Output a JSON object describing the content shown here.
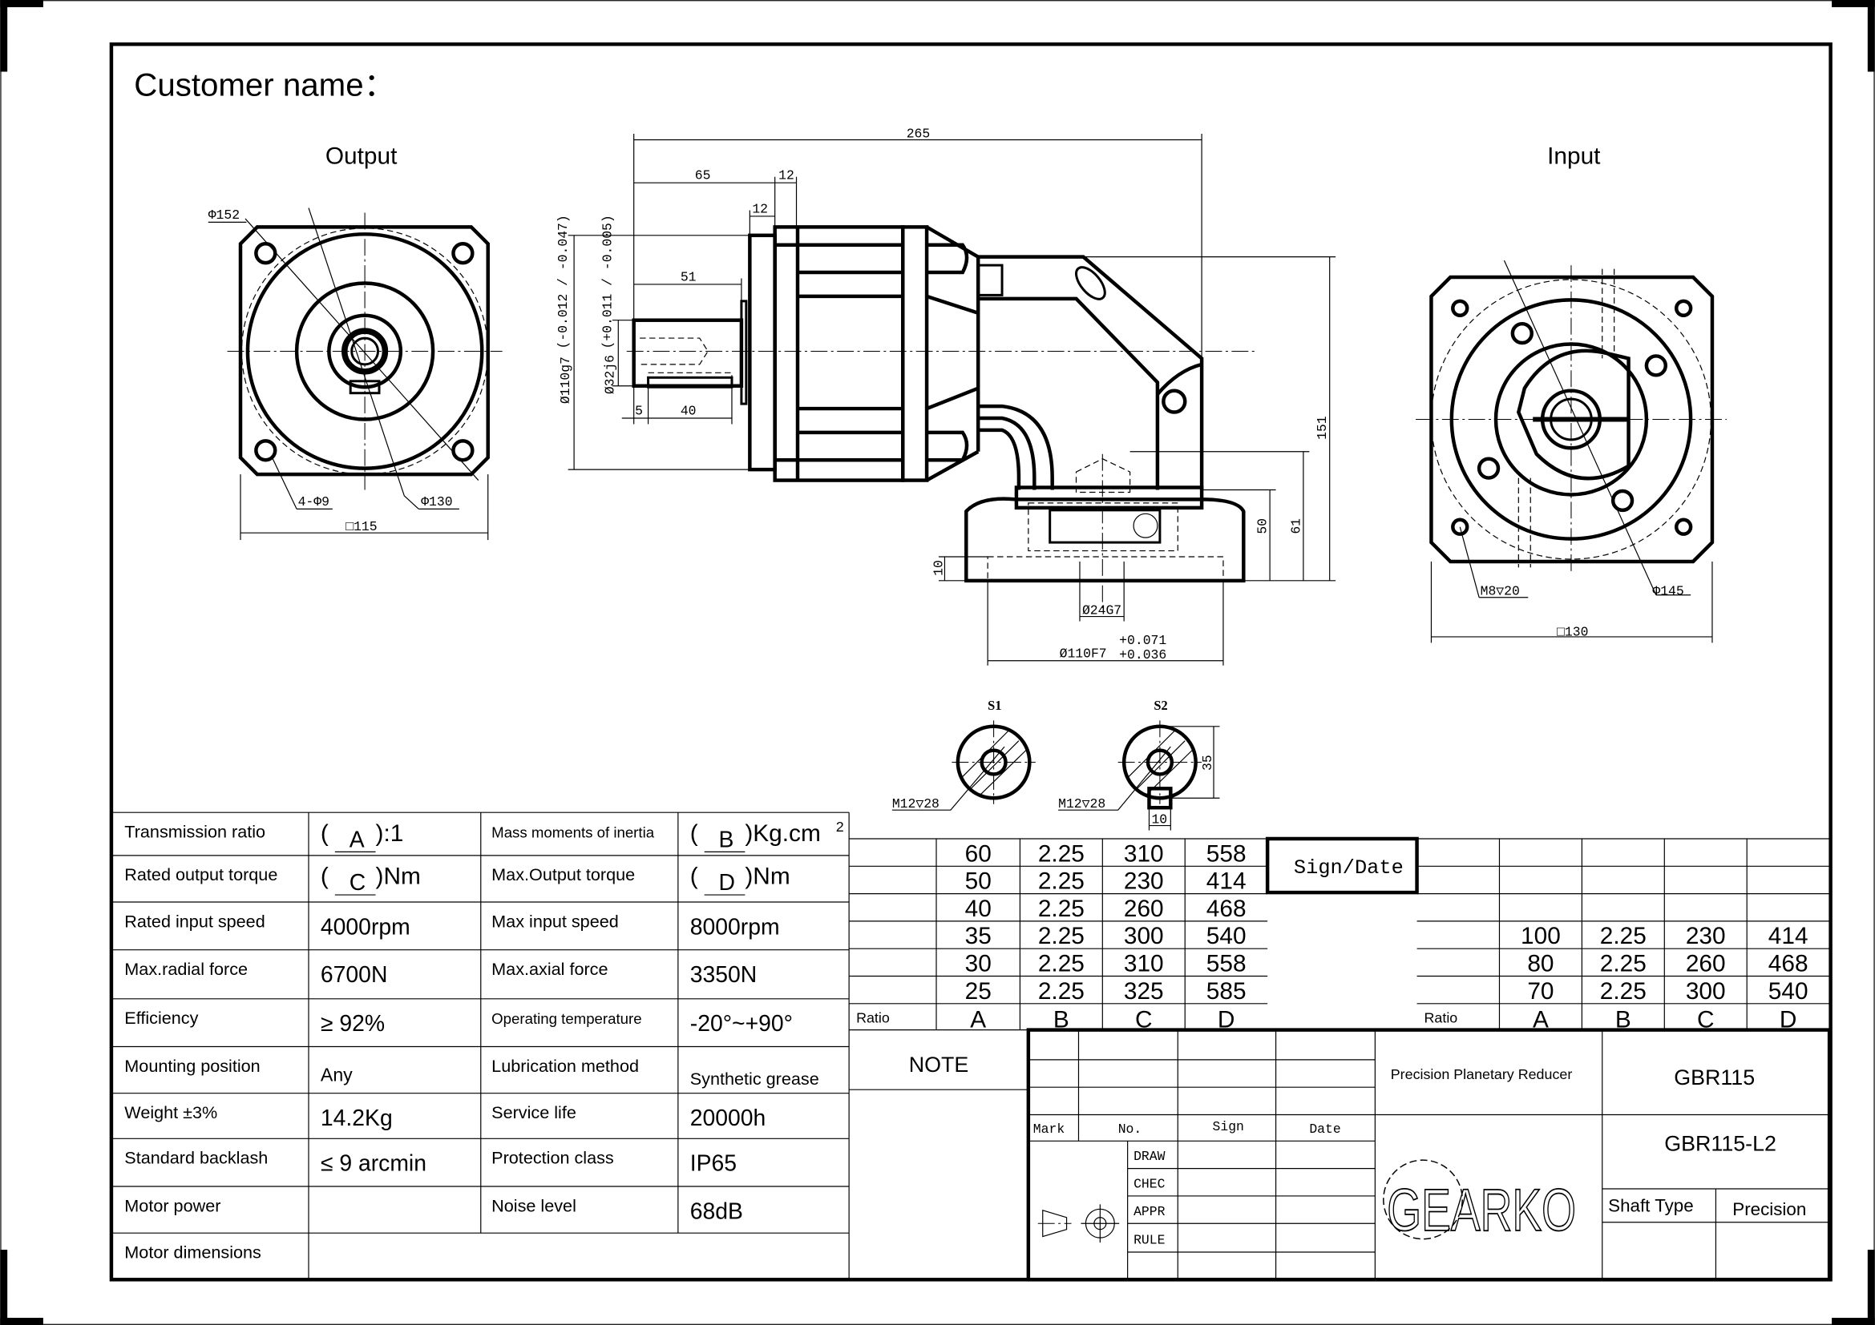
{
  "header": {
    "customer_label": "Customer name："
  },
  "views": {
    "output_label": "Output",
    "input_label": "Input"
  },
  "output_view_dims": {
    "pcd": "Φ152",
    "holes": "4-Φ9",
    "pilot": "Φ130",
    "square": "□115"
  },
  "input_view_dims": {
    "thread": "M8▽20",
    "pcd": "Φ145",
    "square": "□130"
  },
  "side_view_dims": {
    "overall": "265",
    "d65": "65",
    "d12a": "12",
    "d12b": "12",
    "d51": "51",
    "d5": "5",
    "d40": "40",
    "housing_dia": "Ø110g7",
    "housing_tol": "(-0.012 / -0.047)",
    "shaft_dia": "Ø32j6",
    "shaft_tol": "(+0.011 / -0.005)",
    "d10": "10",
    "d50": "50",
    "d61": "61",
    "d151": "151",
    "bore": "Ø24G7",
    "pilot": "Ø110F7",
    "pilot_tol_up": "+0.071",
    "pilot_tol_low": "+0.036"
  },
  "shaft_sections": {
    "s1_label": "S1",
    "s1_thread": "M12▽28",
    "s2_label": "S2",
    "s2_thread": "M12▽28",
    "s2_height": "35",
    "s2_key": "10"
  },
  "specs": [
    {
      "l1": "Transmission ratio",
      "v1p": "(",
      "v1k": "A",
      "v1s": "):1",
      "l2": "Mass moments of inertia",
      "v2p": "(",
      "v2k": "B",
      "v2s": ")Kg.cm",
      "v2sup": "2"
    },
    {
      "l1": "Rated output torque",
      "v1p": "(",
      "v1k": "C",
      "v1s": ")Nm",
      "l2": "Max.Output torque",
      "v2p": "(",
      "v2k": "D",
      "v2s": ")Nm"
    },
    {
      "l1": "Rated input speed",
      "v1": "4000rpm",
      "l2": "Max input speed",
      "v2": "8000rpm"
    },
    {
      "l1": "Max.radial force",
      "v1": "6700N",
      "l2": "Max.axial  force",
      "v2": "3350N"
    },
    {
      "l1": "Efficiency",
      "v1": "≥ 92%",
      "l2": "Operating temperature",
      "v2": "-20°~+90°"
    },
    {
      "l1": "Mounting position",
      "v1": "Any",
      "l2": "Lubrication method",
      "v2": "Synthetic grease"
    },
    {
      "l1": "Weight ±3%",
      "v1": "14.2Kg",
      "l2": "Service life",
      "v2": "20000h"
    },
    {
      "l1": "Standard backlash",
      "v1": "≤ 9 arcmin",
      "l2": "Protection class",
      "v2": "IP65"
    },
    {
      "l1": "Motor power",
      "v1": "",
      "l2": "Noise level",
      "v2": "68dB"
    },
    {
      "l1": "Motor dimensions"
    }
  ],
  "ratio_table_left": {
    "header": [
      "Ratio",
      "A",
      "B",
      "C",
      "D"
    ],
    "rows": [
      [
        "",
        "60",
        "2.25",
        "310",
        "558"
      ],
      [
        "",
        "50",
        "2.25",
        "230",
        "414"
      ],
      [
        "",
        "40",
        "2.25",
        "260",
        "468"
      ],
      [
        "",
        "35",
        "2.25",
        "300",
        "540"
      ],
      [
        "",
        "30",
        "2.25",
        "310",
        "558"
      ],
      [
        "",
        "25",
        "2.25",
        "325",
        "585"
      ]
    ]
  },
  "sign_date": "Sign/Date",
  "ratio_table_right": {
    "header": [
      "Ratio",
      "A",
      "B",
      "C",
      "D"
    ],
    "rows": [
      [
        "",
        "",
        "",
        "",
        ""
      ],
      [
        "",
        "",
        "",
        "",
        ""
      ],
      [
        "",
        "",
        "",
        "",
        ""
      ],
      [
        "",
        "100",
        "2.25",
        "230",
        "414"
      ],
      [
        "",
        "80",
        "2.25",
        "260",
        "468"
      ],
      [
        "",
        "70",
        "2.25",
        "300",
        "540"
      ]
    ]
  },
  "title_block": {
    "note": "NOTE",
    "rev_headers": [
      "Mark",
      "No.",
      "Sign",
      "Date"
    ],
    "approvals": [
      "DRAW",
      "CHEC",
      "APPR",
      "RULE"
    ],
    "product": "Precision Planetary Reducer",
    "model": "GBR115",
    "drawing_no": "GBR115-L2",
    "shaft_type_label": "Shaft Type",
    "shaft_type_value": "Precision",
    "logo_text": "GEARKO"
  }
}
